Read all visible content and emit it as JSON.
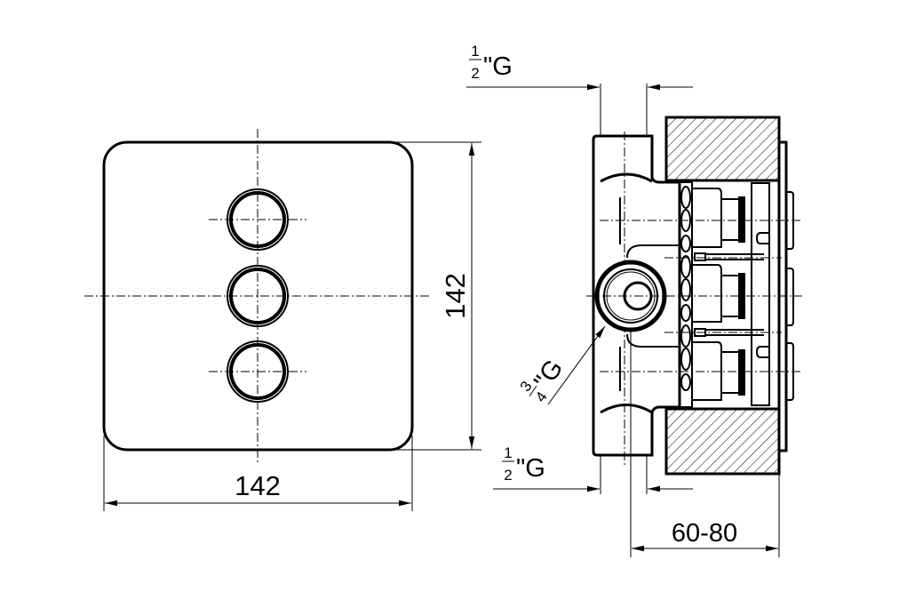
{
  "title": "Concealed 3-way thermostatic mixer body - dimension drawing",
  "front_view": {
    "width_label": "142",
    "height_label": "142",
    "button_count": 3
  },
  "side_view": {
    "inlet_top": {
      "num": "1",
      "den": "2",
      "suffix": "\"G"
    },
    "inlet_bottom": {
      "num": "1",
      "den": "2",
      "suffix": "\"G"
    },
    "outlet": {
      "num": "3",
      "den": "4",
      "suffix": "\"G"
    },
    "depth_label": "60-80"
  },
  "colors": {
    "line": "#000000",
    "background": "#ffffff"
  }
}
